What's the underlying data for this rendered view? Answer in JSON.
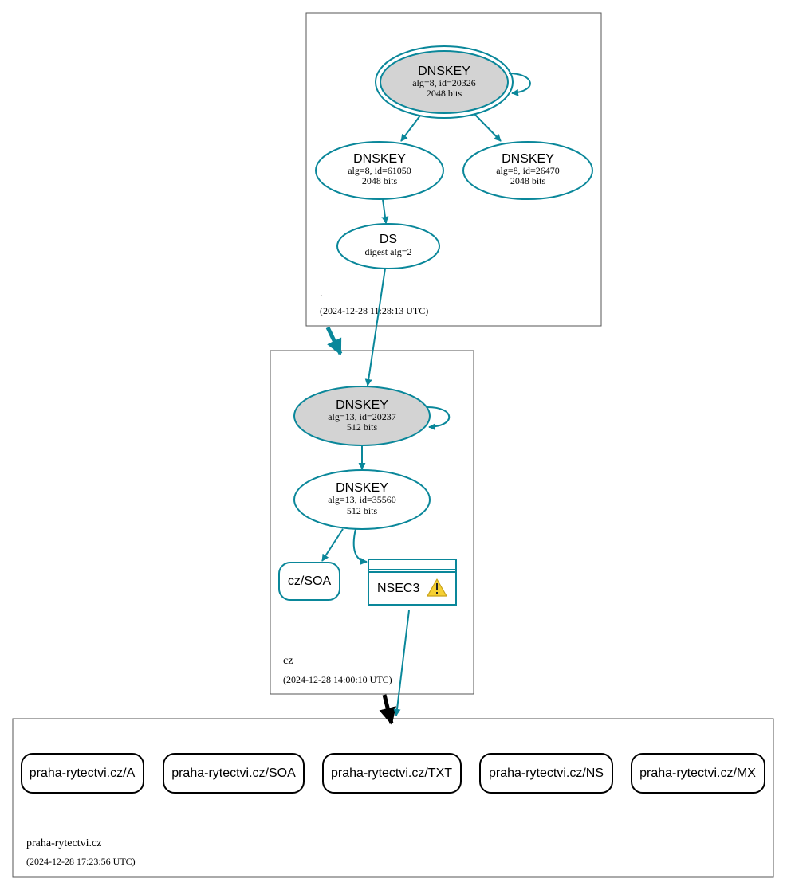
{
  "colors": {
    "edge": "#0a879a",
    "border": "#555555",
    "ksk_fill": "#d3d3d3",
    "warning": "#f5d033"
  },
  "zones": {
    "root": {
      "name": ".",
      "timestamp": "(2024-12-28 11:28:13 UTC)",
      "ksk": {
        "title": "DNSKEY",
        "line1": "alg=8, id=20326",
        "line2": "2048 bits"
      },
      "zsk1": {
        "title": "DNSKEY",
        "line1": "alg=8, id=61050",
        "line2": "2048 bits"
      },
      "zsk2": {
        "title": "DNSKEY",
        "line1": "alg=8, id=26470",
        "line2": "2048 bits"
      },
      "ds": {
        "title": "DS",
        "line1": "digest alg=2"
      }
    },
    "cz": {
      "name": "cz",
      "timestamp": "(2024-12-28 14:00:10 UTC)",
      "ksk": {
        "title": "DNSKEY",
        "line1": "alg=13, id=20237",
        "line2": "512 bits"
      },
      "zsk": {
        "title": "DNSKEY",
        "line1": "alg=13, id=35560",
        "line2": "512 bits"
      },
      "soa": "cz/SOA",
      "nsec3": {
        "label": "NSEC3",
        "icon": "warning-icon"
      }
    },
    "praha": {
      "name": "praha-rytectvi.cz",
      "timestamp": "(2024-12-28 17:23:56 UTC)",
      "records": [
        "praha-rytectvi.cz/A",
        "praha-rytectvi.cz/SOA",
        "praha-rytectvi.cz/TXT",
        "praha-rytectvi.cz/NS",
        "praha-rytectvi.cz/MX"
      ]
    }
  }
}
